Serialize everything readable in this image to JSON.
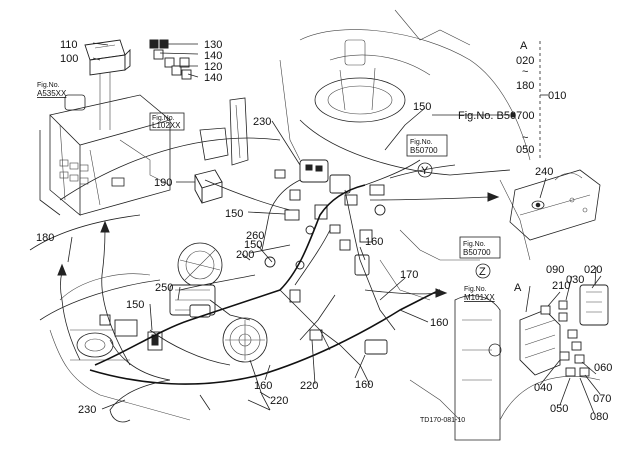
{
  "diagram": {
    "drawing_id": "TD170-081-10",
    "callouts": {
      "c110": "110",
      "c100": "100",
      "c130": "130",
      "c140a": "140",
      "c120": "120",
      "c140b": "140",
      "c230a": "230",
      "c150a": "150",
      "c190": "190",
      "c150b": "150",
      "c260": "260",
      "c150c": "150",
      "c200": "200",
      "c180": "180",
      "c250": "250",
      "c150d": "150",
      "c160a": "160",
      "c170": "170",
      "c160b": "160",
      "c160c": "160",
      "c220a": "220",
      "c160d": "160",
      "c220b": "220",
      "c230b": "230",
      "c240": "240",
      "c210": "210",
      "c090": "090",
      "c030": "030",
      "c020": "020",
      "c060": "060",
      "c040": "040",
      "c070": "070",
      "c050": "050",
      "c080": "080",
      "c010": "010"
    },
    "fig_refs": {
      "a535": {
        "prefix": "Fig.No.",
        "code": "A535XX"
      },
      "l102": {
        "prefix": "Fig.No.",
        "code": "L102XX"
      },
      "b507y": {
        "prefix": "Fig.No.",
        "code": "B50700"
      },
      "b507z": {
        "prefix": "Fig.No.",
        "code": "B50700"
      },
      "m101": {
        "prefix": "Fig.No.",
        "code": "M101XX"
      }
    },
    "fig_main": "Fig.No. B50700",
    "range": {
      "letter": "A",
      "from": "020",
      "tilde1": "~",
      "mid": "180",
      "tilde2": "~",
      "to": "050"
    },
    "markers": {
      "y": "Y",
      "z": "Z",
      "a": "A"
    }
  }
}
